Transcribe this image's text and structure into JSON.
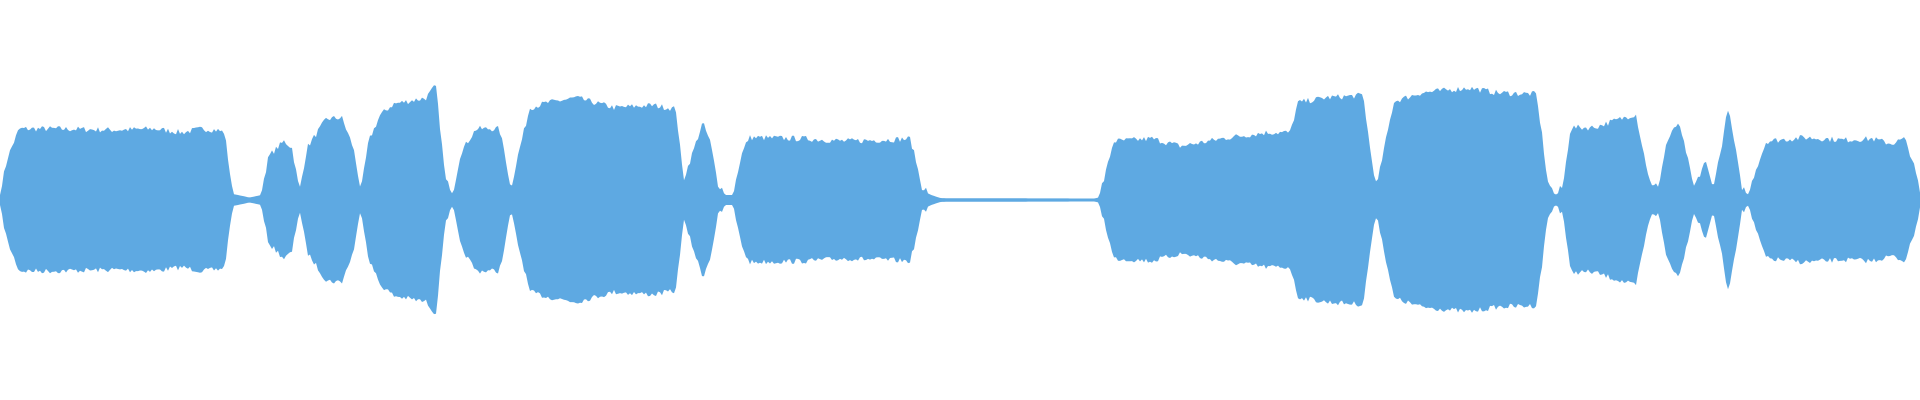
{
  "waveform": {
    "color": "#5ea9e2",
    "background": "#ffffff",
    "duration_fraction_note": "",
    "envelope": [
      [
        0.0,
        0.04
      ],
      [
        0.004,
        0.32
      ],
      [
        0.01,
        0.55
      ],
      [
        0.03,
        0.55
      ],
      [
        0.06,
        0.54
      ],
      [
        0.08,
        0.55
      ],
      [
        0.095,
        0.52
      ],
      [
        0.105,
        0.55
      ],
      [
        0.113,
        0.54
      ],
      [
        0.117,
        0.52
      ],
      [
        0.121,
        0.05
      ],
      [
        0.13,
        0.02
      ],
      [
        0.136,
        0.04
      ],
      [
        0.14,
        0.33
      ],
      [
        0.148,
        0.45
      ],
      [
        0.152,
        0.4
      ],
      [
        0.156,
        0.05
      ],
      [
        0.16,
        0.4
      ],
      [
        0.17,
        0.63
      ],
      [
        0.178,
        0.64
      ],
      [
        0.184,
        0.4
      ],
      [
        0.188,
        0.05
      ],
      [
        0.192,
        0.45
      ],
      [
        0.198,
        0.66
      ],
      [
        0.205,
        0.75
      ],
      [
        0.222,
        0.8
      ],
      [
        0.227,
        0.9
      ],
      [
        0.232,
        0.14
      ],
      [
        0.236,
        0.04
      ],
      [
        0.24,
        0.36
      ],
      [
        0.248,
        0.55
      ],
      [
        0.26,
        0.55
      ],
      [
        0.263,
        0.35
      ],
      [
        0.266,
        0.06
      ],
      [
        0.27,
        0.35
      ],
      [
        0.276,
        0.72
      ],
      [
        0.285,
        0.76
      ],
      [
        0.3,
        0.8
      ],
      [
        0.32,
        0.72
      ],
      [
        0.34,
        0.74
      ],
      [
        0.352,
        0.71
      ],
      [
        0.356,
        0.14
      ],
      [
        0.36,
        0.32
      ],
      [
        0.366,
        0.6
      ],
      [
        0.37,
        0.44
      ],
      [
        0.374,
        0.1
      ],
      [
        0.378,
        0.04
      ],
      [
        0.382,
        0.04
      ],
      [
        0.386,
        0.33
      ],
      [
        0.39,
        0.48
      ],
      [
        0.42,
        0.47
      ],
      [
        0.44,
        0.45
      ],
      [
        0.46,
        0.46
      ],
      [
        0.474,
        0.47
      ],
      [
        0.477,
        0.3
      ],
      [
        0.48,
        0.08
      ],
      [
        0.485,
        0.04
      ],
      [
        0.49,
        0.015
      ],
      [
        0.57,
        0.012
      ],
      [
        0.572,
        0.02
      ],
      [
        0.575,
        0.14
      ],
      [
        0.58,
        0.45
      ],
      [
        0.6,
        0.47
      ],
      [
        0.615,
        0.41
      ],
      [
        0.64,
        0.48
      ],
      [
        0.66,
        0.52
      ],
      [
        0.672,
        0.52
      ],
      [
        0.676,
        0.76
      ],
      [
        0.69,
        0.8
      ],
      [
        0.71,
        0.82
      ],
      [
        0.714,
        0.34
      ],
      [
        0.717,
        0.08
      ],
      [
        0.72,
        0.32
      ],
      [
        0.726,
        0.77
      ],
      [
        0.74,
        0.84
      ],
      [
        0.765,
        0.88
      ],
      [
        0.78,
        0.84
      ],
      [
        0.8,
        0.83
      ],
      [
        0.803,
        0.52
      ],
      [
        0.806,
        0.12
      ],
      [
        0.81,
        0.04
      ],
      [
        0.814,
        0.08
      ],
      [
        0.818,
        0.56
      ],
      [
        0.83,
        0.56
      ],
      [
        0.852,
        0.67
      ],
      [
        0.856,
        0.36
      ],
      [
        0.86,
        0.08
      ],
      [
        0.864,
        0.1
      ],
      [
        0.868,
        0.44
      ],
      [
        0.874,
        0.6
      ],
      [
        0.878,
        0.38
      ],
      [
        0.882,
        0.08
      ],
      [
        0.885,
        0.16
      ],
      [
        0.888,
        0.3
      ],
      [
        0.892,
        0.08
      ],
      [
        0.896,
        0.35
      ],
      [
        0.9,
        0.72
      ],
      [
        0.904,
        0.38
      ],
      [
        0.907,
        0.08
      ],
      [
        0.911,
        0.04
      ],
      [
        0.914,
        0.2
      ],
      [
        0.92,
        0.45
      ],
      [
        0.94,
        0.48
      ],
      [
        0.96,
        0.46
      ],
      [
        0.975,
        0.47
      ],
      [
        0.985,
        0.43
      ],
      [
        0.992,
        0.47
      ],
      [
        0.996,
        0.3
      ],
      [
        1.0,
        0.06
      ]
    ]
  }
}
